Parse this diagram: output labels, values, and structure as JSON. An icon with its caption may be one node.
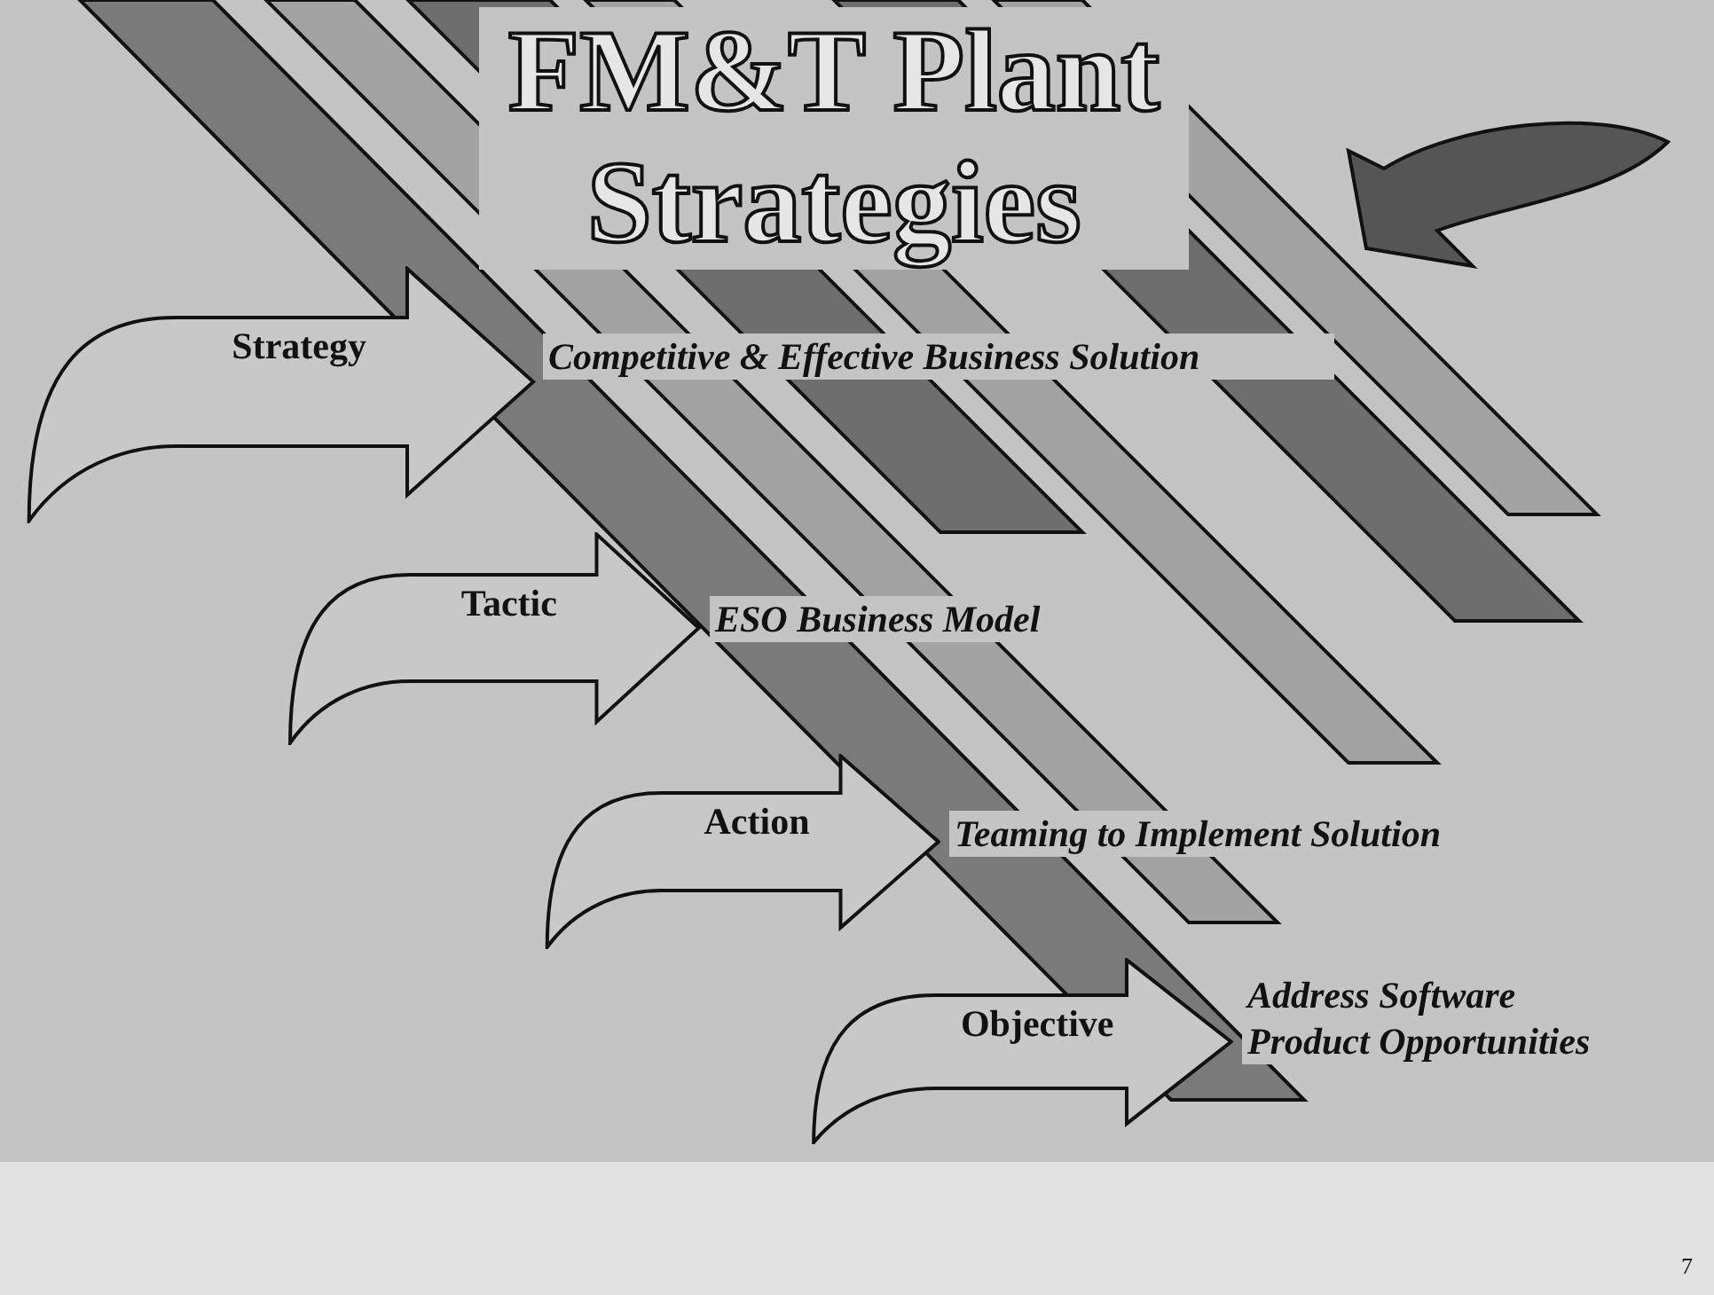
{
  "diagram": {
    "title": "FM&T Plant Strategies",
    "nodes": [
      {
        "text": [
          "Strategy"
        ],
        "beside": [
          "Competitive & Effective Business Solution"
        ]
      },
      {
        "text": [
          "Tactic"
        ],
        "beside": [
          "ESO Business Model"
        ]
      },
      {
        "text": [
          "Action"
        ],
        "beside": [
          "Teaming to Implement Solution"
        ]
      },
      {
        "text": [
          "Objective"
        ],
        "beside": [
          "Address Software Product Opportunities"
        ]
      }
    ],
    "labels": [
      "7"
    ]
  }
}
